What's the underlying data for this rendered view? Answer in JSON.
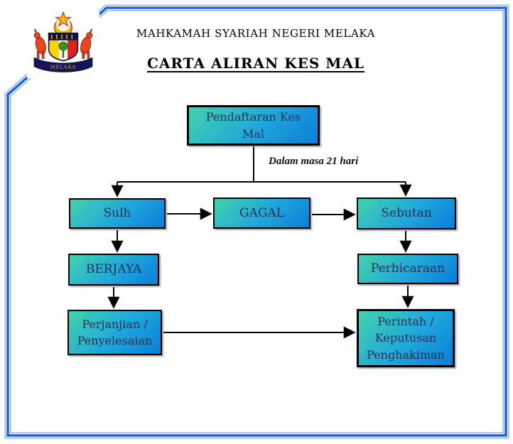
{
  "header": {
    "organization": "MAHKAMAH SYARIAH NEGERI MELAKA",
    "title": "CARTA ALIRAN KES MAL"
  },
  "logo": {
    "name": "jata-negeri-melaka",
    "ribbon_text": "MELAKA"
  },
  "flowchart": {
    "annotation": "Dalam masa 21 hari",
    "nodes": [
      {
        "id": "pendaftaran",
        "label": "Pendaftaran Kes\nMal"
      },
      {
        "id": "sulh",
        "label": "Sulh"
      },
      {
        "id": "gagal",
        "label": "GAGAL"
      },
      {
        "id": "sebutan",
        "label": "Sebutan"
      },
      {
        "id": "berjaya",
        "label": "BERJAYA"
      },
      {
        "id": "perbicaraan",
        "label": "Perbicaraan"
      },
      {
        "id": "perjanjian",
        "label": "Perjanjian /\nPenyelesaian"
      },
      {
        "id": "perintah",
        "label": "Perintah /\nKeputusan\nPenghakiman"
      }
    ],
    "edges": [
      {
        "from": "pendaftaran",
        "to": "sulh",
        "label": "Dalam masa 21 hari"
      },
      {
        "from": "pendaftaran",
        "to": "sebutan",
        "label": "Dalam masa 21 hari"
      },
      {
        "from": "sulh",
        "to": "gagal"
      },
      {
        "from": "gagal",
        "to": "sebutan"
      },
      {
        "from": "sulh",
        "to": "berjaya"
      },
      {
        "from": "sebutan",
        "to": "perbicaraan"
      },
      {
        "from": "berjaya",
        "to": "perjanjian"
      },
      {
        "from": "perbicaraan",
        "to": "perintah"
      },
      {
        "from": "perjanjian",
        "to": "perintah"
      }
    ]
  },
  "colors": {
    "box_gradient_start": "#44d2ab",
    "box_gradient_mid": "#20a9da",
    "box_gradient_end": "#0b7ed9",
    "box_border": "#000000",
    "box_text": "#1c2f52",
    "page_border_main": "#1a63de",
    "page_border_light": "#8fb3f4",
    "title_text": "#000000"
  }
}
